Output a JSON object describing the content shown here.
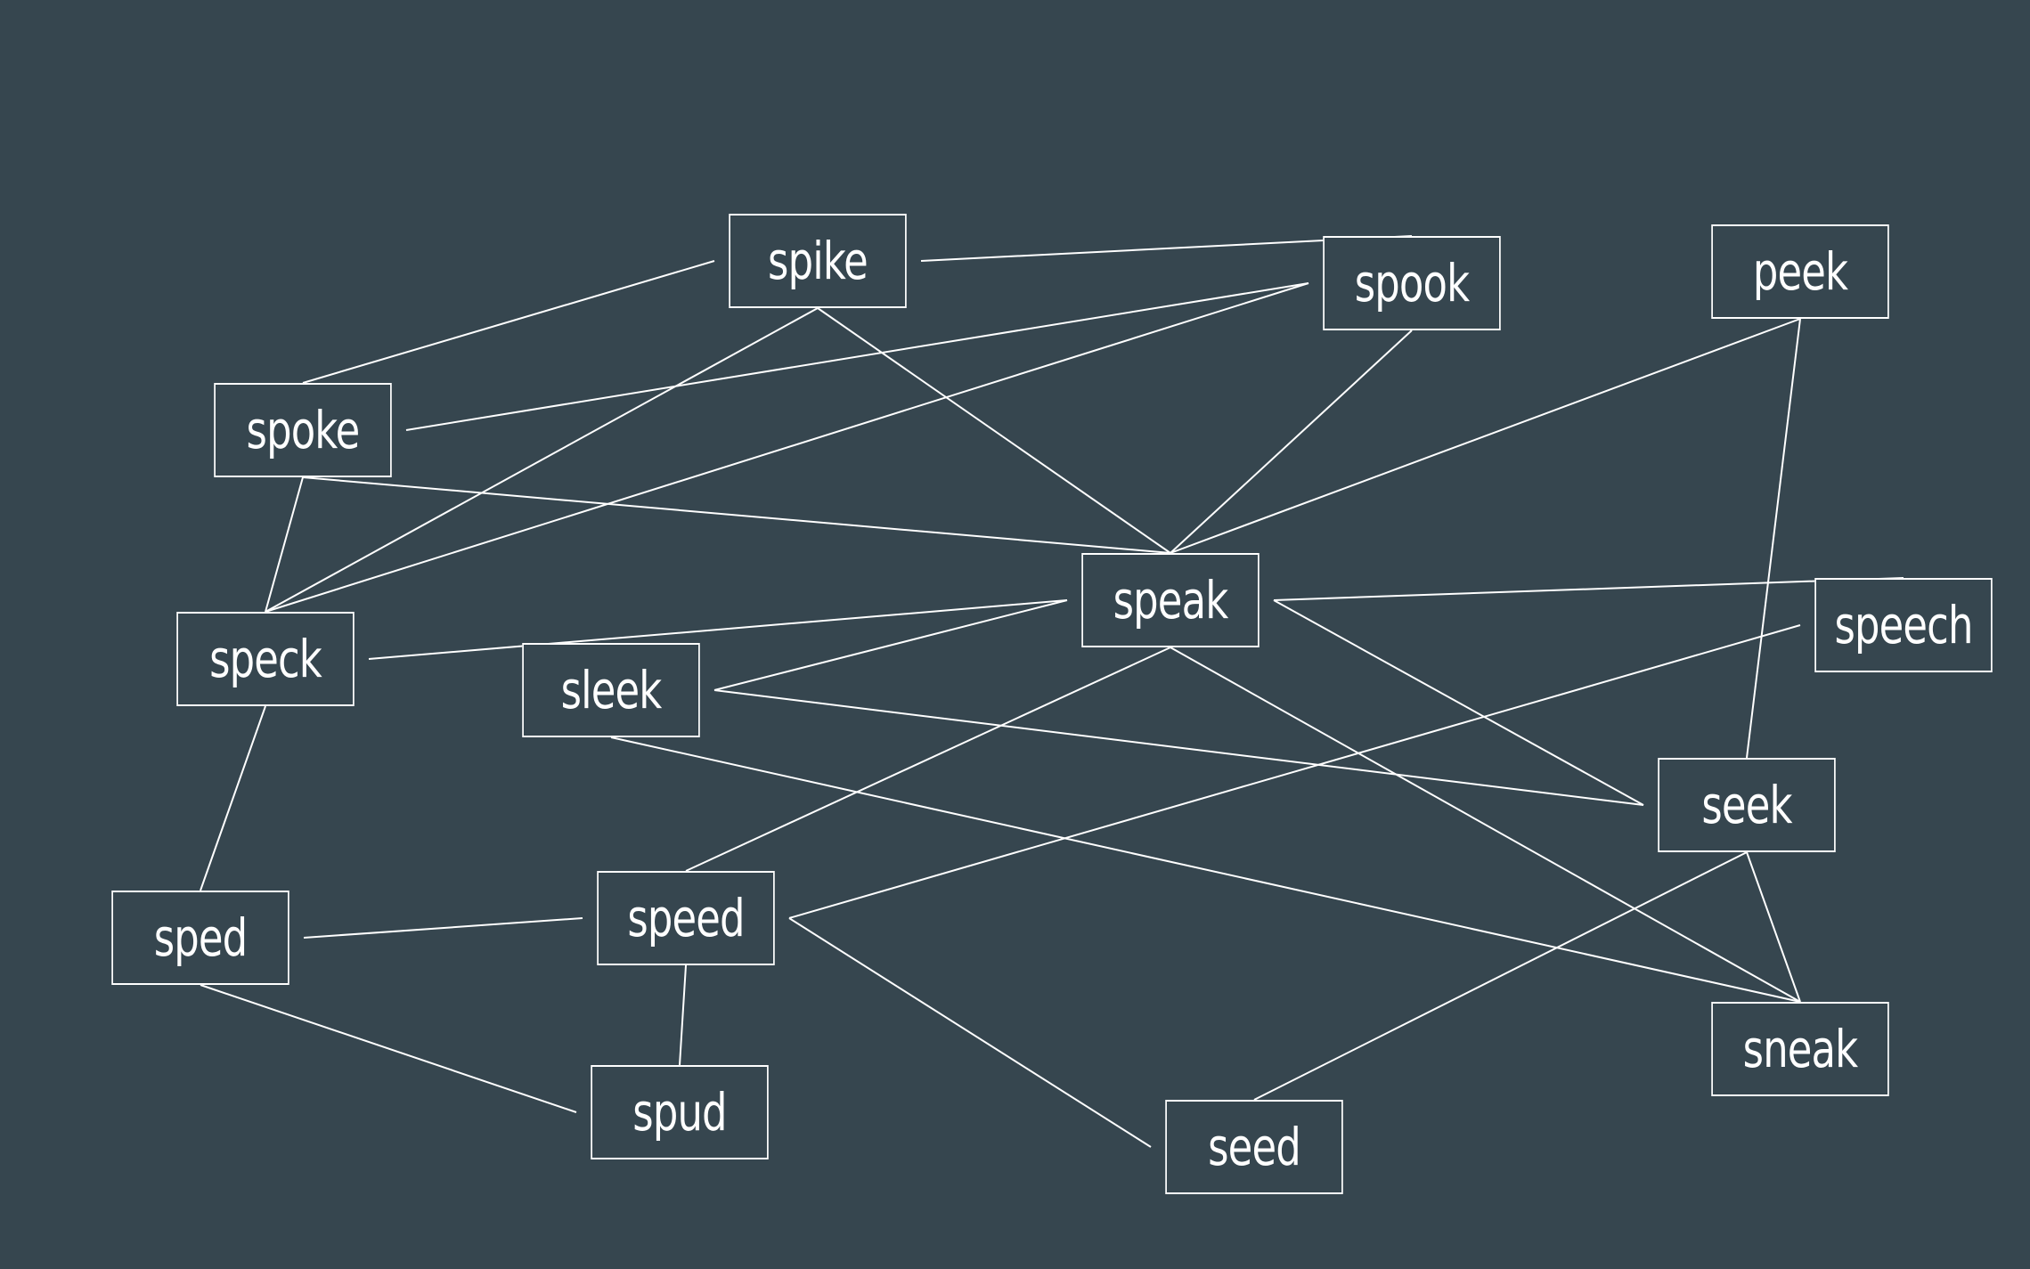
{
  "diagram": {
    "colors": {
      "background": "#36464f",
      "stroke": "#ffffff",
      "text": "#ffffff"
    },
    "nodes": [
      {
        "id": "spike",
        "label": "spike"
      },
      {
        "id": "spook",
        "label": "spook"
      },
      {
        "id": "peek",
        "label": "peek"
      },
      {
        "id": "spoke",
        "label": "spoke"
      },
      {
        "id": "speak",
        "label": "speak"
      },
      {
        "id": "speech",
        "label": "speech"
      },
      {
        "id": "speck",
        "label": "speck"
      },
      {
        "id": "sleek",
        "label": "sleek"
      },
      {
        "id": "seek",
        "label": "seek"
      },
      {
        "id": "sped",
        "label": "sped"
      },
      {
        "id": "speed",
        "label": "speed"
      },
      {
        "id": "sneak",
        "label": "sneak"
      },
      {
        "id": "spud",
        "label": "spud"
      },
      {
        "id": "seed",
        "label": "seed"
      }
    ],
    "edges": [
      [
        "spike",
        "spook"
      ],
      [
        "spike",
        "spoke"
      ],
      [
        "spike",
        "speck"
      ],
      [
        "spike",
        "speak"
      ],
      [
        "spook",
        "spoke"
      ],
      [
        "spook",
        "speck"
      ],
      [
        "spook",
        "speak"
      ],
      [
        "peek",
        "speak"
      ],
      [
        "peek",
        "seek"
      ],
      [
        "spoke",
        "speck"
      ],
      [
        "spoke",
        "speak"
      ],
      [
        "speck",
        "speak"
      ],
      [
        "speck",
        "sped"
      ],
      [
        "speak",
        "speech"
      ],
      [
        "speak",
        "sleek"
      ],
      [
        "speak",
        "speed"
      ],
      [
        "speak",
        "seek"
      ],
      [
        "speak",
        "sneak"
      ],
      [
        "sleek",
        "seek"
      ],
      [
        "sleek",
        "sneak"
      ],
      [
        "speech",
        "speed"
      ],
      [
        "seek",
        "sneak"
      ],
      [
        "seek",
        "seed"
      ],
      [
        "sped",
        "speed"
      ],
      [
        "sped",
        "spud"
      ],
      [
        "speed",
        "spud"
      ],
      [
        "speed",
        "seed"
      ]
    ]
  }
}
